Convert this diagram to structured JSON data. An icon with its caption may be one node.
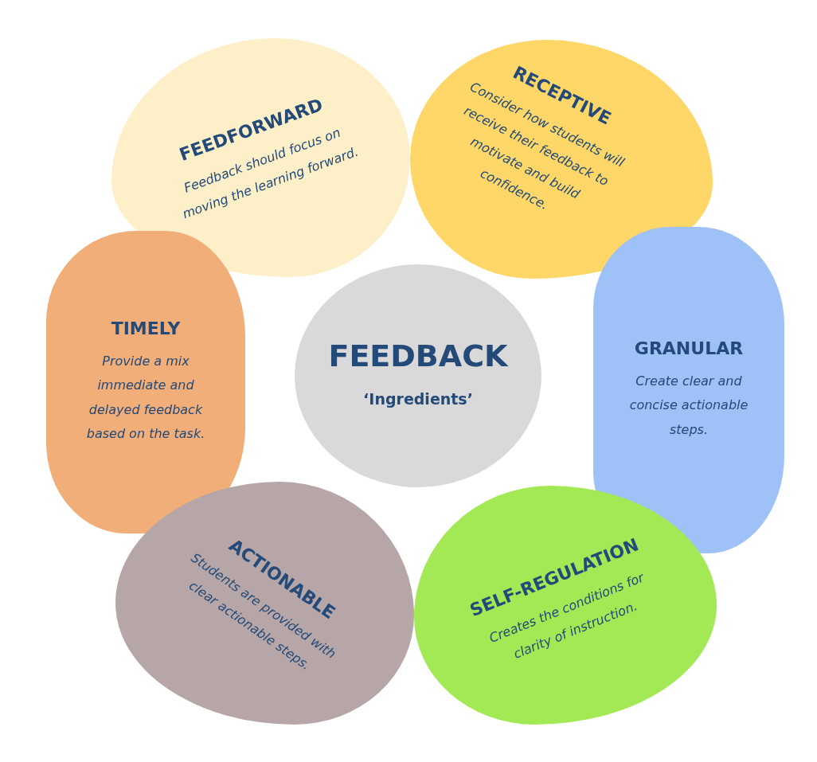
{
  "diagram": {
    "nodes": [
      {
        "text": [
          "FEEDBACK",
          "‘Ingredients’"
        ]
      },
      {
        "text": [
          "FEEDFORWARD",
          "Feedback should focus on moving the learning forward."
        ]
      },
      {
        "text": [
          "RECEPTIVE",
          "Consider how students will receive their feedback to motivate and build confidence."
        ]
      },
      {
        "text": [
          "TIMELY",
          "Provide a mix immediate and delayed feedback based on the task."
        ]
      },
      {
        "text": [
          "GRANULAR",
          "Create clear and concise actionable steps."
        ]
      },
      {
        "text": [
          "ACTIONABLE",
          "Students are provided with clear actionable steps."
        ]
      },
      {
        "text": [
          "SELF-REGULATION",
          "Creates the conditions for clarity of instruction."
        ]
      }
    ]
  }
}
